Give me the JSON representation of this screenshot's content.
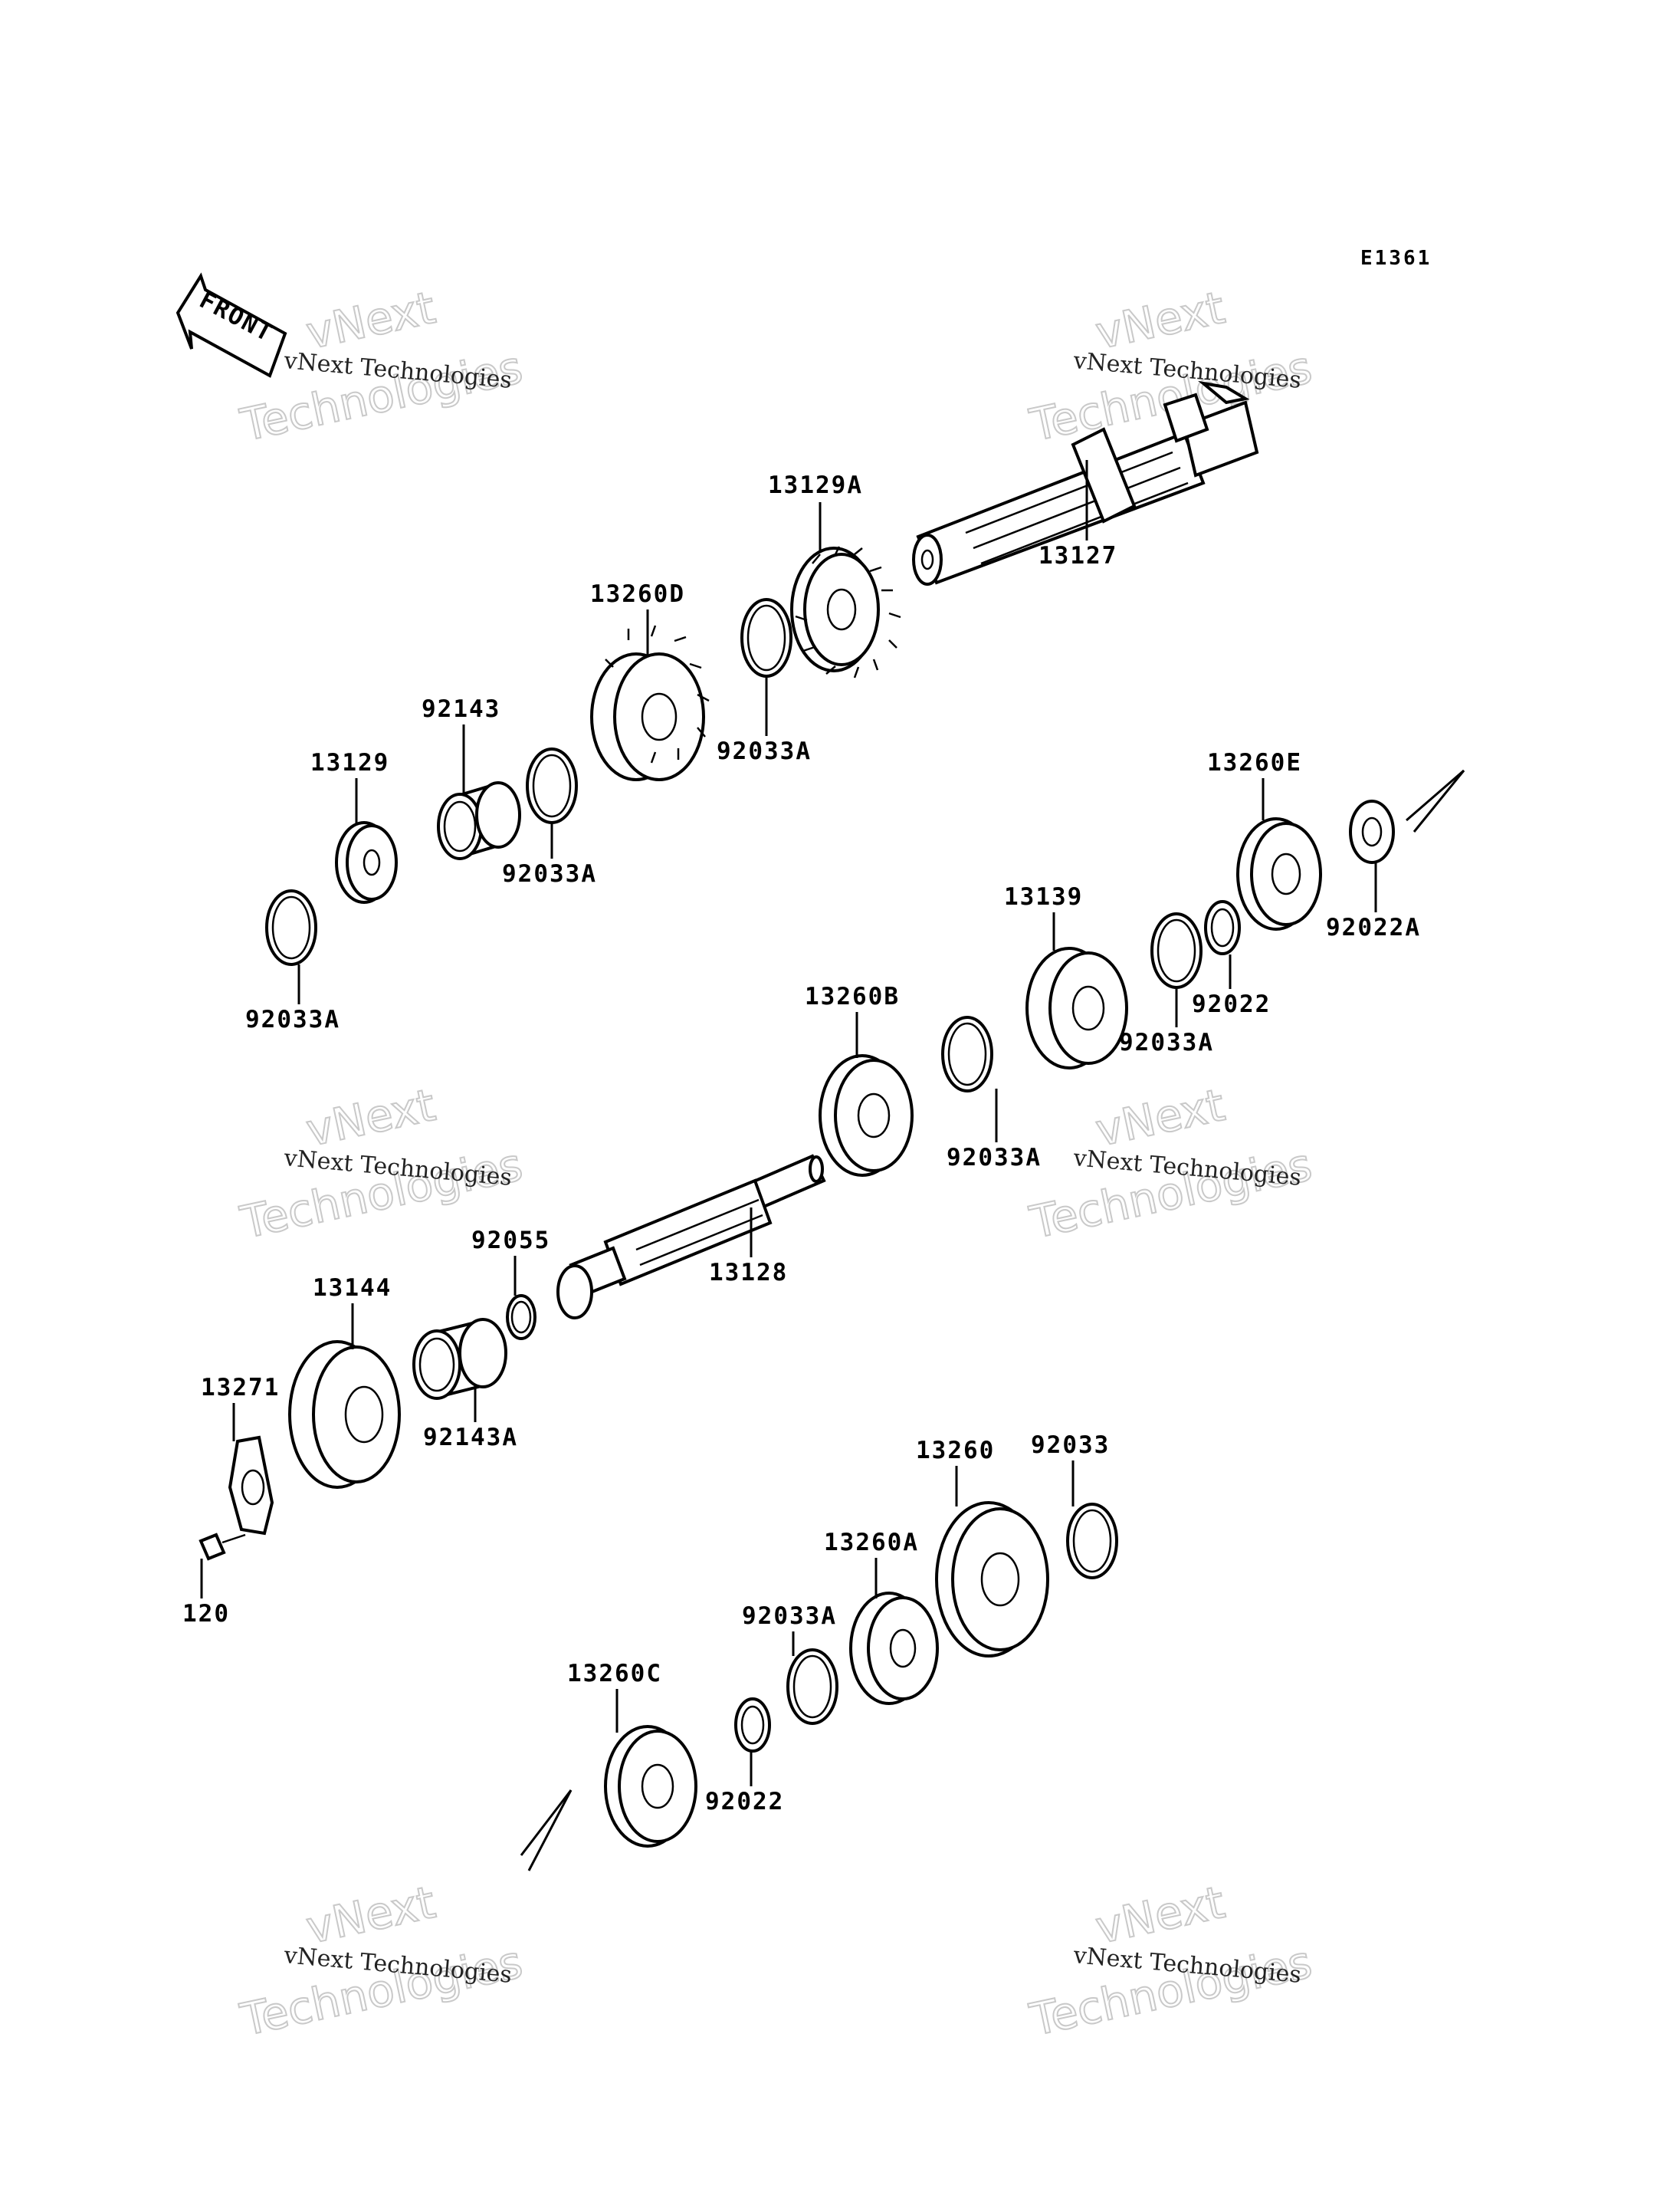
{
  "diagram_code": "E1361",
  "front_label": "FRONT",
  "watermark": {
    "title": "vNext Technologies",
    "brand_top": "vNext",
    "brand_bottom": "Technologies"
  },
  "callouts": [
    "13129A",
    "13127",
    "13260D",
    "92033A",
    "92143",
    "13129",
    "92033A",
    "92033A",
    "13260E",
    "92022A",
    "13139",
    "92022",
    "92033A",
    "13260B",
    "92033A",
    "13128",
    "92055",
    "13144",
    "13271",
    "92143A",
    "120",
    "13260",
    "92033",
    "13260A",
    "92033A",
    "13260C",
    "92022"
  ]
}
